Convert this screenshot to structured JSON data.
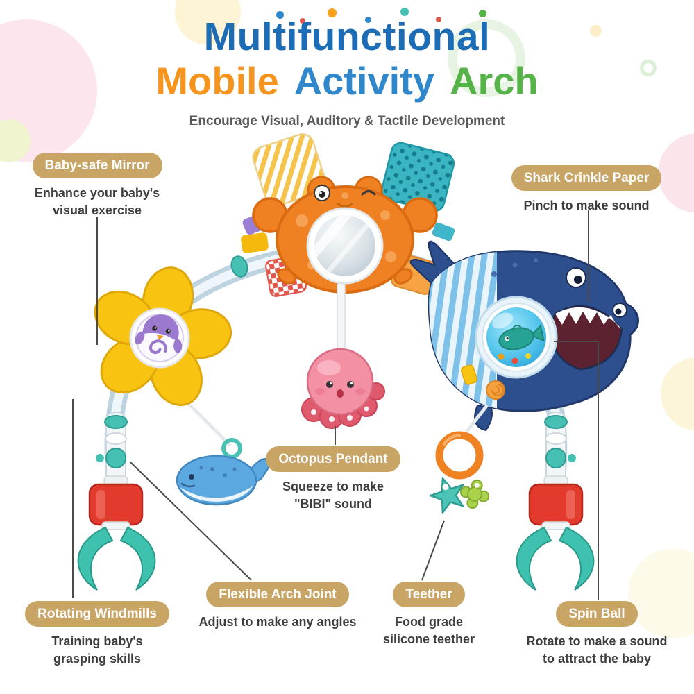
{
  "header": {
    "title": "Multifunctional",
    "words": {
      "mobile": "Mobile",
      "activity": "Activity",
      "arch": "Arch"
    },
    "tagline": "Encourage Visual, Auditory & Tactile Development"
  },
  "callouts": [
    {
      "label": "Baby-safe Mirror",
      "description": "Enhance your baby's\nvisual exercise"
    },
    {
      "label": "Shark Crinkle Paper",
      "description": "Pinch to make sound"
    },
    {
      "label": "Octopus Pendant",
      "description": "Squeeze to make\n\"BIBI\" sound"
    },
    {
      "label": "Rotating Windmills",
      "description": "Training baby's\ngrasping skills"
    },
    {
      "label": "Flexible Arch Joint",
      "description": "Adjust to make any angles"
    },
    {
      "label": "Teether",
      "description": "Food grade\nsilicone teether"
    },
    {
      "label": "Spin Ball",
      "description": "Rotate to make a sound\nto attract the baby"
    }
  ],
  "colors": {
    "title_blue": "#1d6db6",
    "mobile_orange": "#f6941d",
    "activity_blue": "#2f88cc",
    "arch_green": "#55b348",
    "tagline_gray": "#58595b",
    "callout_pill_bg": "#c8a465",
    "callout_pill_text": "#ffffff",
    "callout_desc_text": "#3d3d3d",
    "connector_line": "#4a4a4a"
  },
  "illustration": {
    "alt": "Baby mobile activity arch: arch tube with crab mirror toy in the middle, yellow rotating windmill on the left, shark crinkle toy with spin ball on the right, hanging octopus pendant, whale teether, key-ring teether and red clamp clips at both ends",
    "parts": [
      "arch-tube",
      "left-clip",
      "right-clip",
      "windmill-toy",
      "crab-mirror-toy",
      "octopus-pendant-toy",
      "whale-teether",
      "key-teether",
      "shark-toy",
      "spin-ball-toy"
    ]
  }
}
